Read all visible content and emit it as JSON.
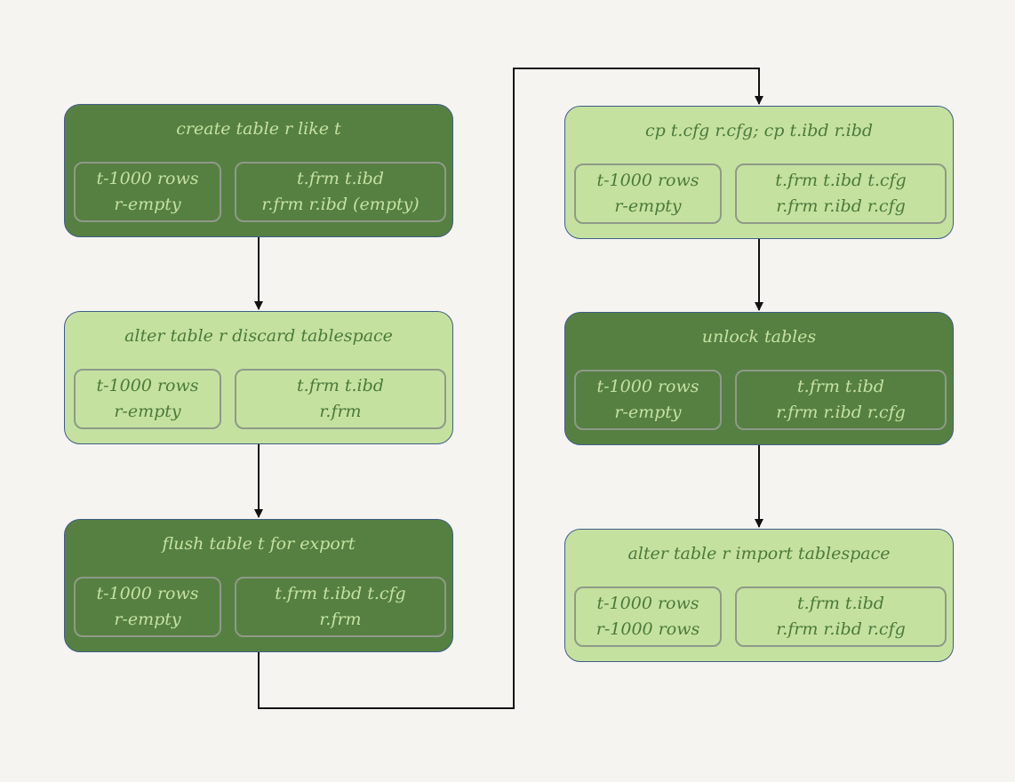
{
  "stages": [
    {
      "id": "create",
      "title": "create table r like t",
      "shade": "dark",
      "left": [
        "t-1000 rows",
        "r-empty"
      ],
      "right": [
        "t.frm   t.ibd",
        "r.frm r.ibd (empty)"
      ]
    },
    {
      "id": "discard",
      "title": "alter table r discard tablespace",
      "shade": "light",
      "left": [
        "t-1000 rows",
        "r-empty"
      ],
      "right": [
        "t.frm t.ibd",
        "r.frm"
      ]
    },
    {
      "id": "flush",
      "title": "flush table t for export",
      "shade": "dark",
      "left": [
        "t-1000 rows",
        "r-empty"
      ],
      "right": [
        "t.frm   t.ibd  t.cfg",
        "r.frm"
      ]
    },
    {
      "id": "copy",
      "title": "cp t.cfg r.cfg; cp t.ibd r.ibd",
      "shade": "light",
      "left": [
        "t-1000 rows",
        "r-empty"
      ],
      "right": [
        "t.frm  t.ibd  t.cfg",
        "r.frm  r.ibd  r.cfg"
      ]
    },
    {
      "id": "unlock",
      "title": "unlock tables",
      "shade": "dark",
      "left": [
        "t-1000 rows",
        "r-empty"
      ],
      "right": [
        "t.frm   t.ibd",
        "r.frm r.ibd  r.cfg"
      ]
    },
    {
      "id": "import",
      "title": "alter table r import tablespace",
      "shade": "light",
      "left": [
        "t-1000 rows",
        "r-1000 rows"
      ],
      "right": [
        "t.frm  t.ibd",
        "r.frm  r.ibd  r.cfg"
      ]
    }
  ],
  "edges": [
    [
      "create",
      "discard"
    ],
    [
      "discard",
      "flush"
    ],
    [
      "flush",
      "copy"
    ],
    [
      "copy",
      "unlock"
    ],
    [
      "unlock",
      "import"
    ]
  ],
  "colors": {
    "dark_fill": "#558042",
    "dark_text": "#c5e1a0",
    "light_fill": "#c5e1a0",
    "light_text": "#4b7a3a",
    "border": "#3f5e86",
    "inner_border": "#8f9a88",
    "connector": "#111111",
    "background": "#f5f4f0"
  }
}
